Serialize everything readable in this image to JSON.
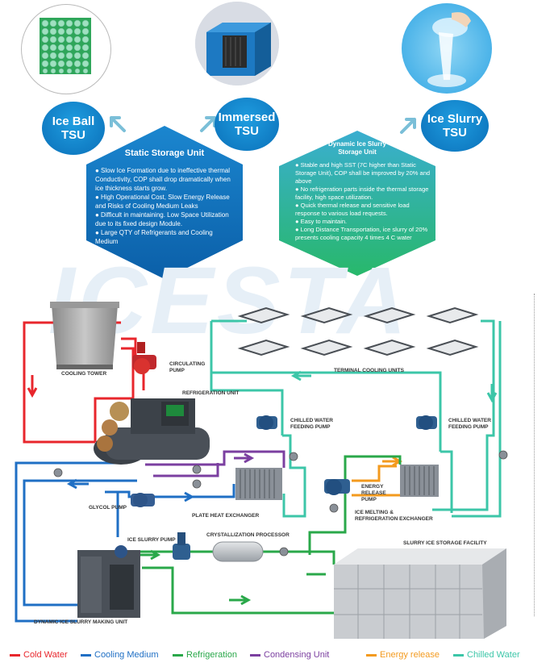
{
  "top": {
    "ice_ball": {
      "line1": "Ice Ball",
      "line2": "TSU"
    },
    "immersed": {
      "line1": "Immersed",
      "line2": "TSU"
    },
    "ice_slurry": {
      "line1": "Ice Slurry",
      "line2": "TSU"
    }
  },
  "static_unit": {
    "title": "Static Storage Unit",
    "points": [
      "● Slow Ice Formation due to ineffective thermal Conductivity, COP shall drop dramatically when ice thickness starts grow.",
      "● High Operational Cost, Slow Energy Release and Risks of Cooling Medium Leaks",
      "● Difficult in maintaining. Low Space Utilization due to its fixed design Module.",
      "● Large QTY of Refrigerants and Cooling Medium"
    ]
  },
  "dynamic_unit": {
    "title_line1": "Dynamic Ice Slurry",
    "title_line2": "Storage Unit",
    "points": [
      "● Stable and high SST (7C higher than Static Storage Unit), COP shall be improved by 20% and above",
      "● No refrigeration parts inside the thermal storage facility, high space utilization.",
      "● Quick thermal release and sensitive load response to various load requests.",
      "● Easy to maintain.",
      "● Long Distance Transportation, ice slurry of 20% presents cooling capacity 4 times 4 C water"
    ]
  },
  "watermark": "ICESTA",
  "labels": {
    "cooling_tower": "COOLING TOWER",
    "circulating_pump": "CIRCULATING PUMP",
    "refrigeration_unit": "REFRIGERATION UNIT",
    "terminal_cooling_units": "TERMINAL COOLING UNITS",
    "chilled_pump_left": "CHILLED WATER FEEDING PUMP",
    "chilled_pump_right": "CHILLED WATER FEEDING PUMP",
    "glycol_pump": "GLYCOL PUMP",
    "plate_heat_exchanger": "PLATE HEAT EXCHANGER",
    "energy_release_pump": "ENERGY RELEASE PUMP",
    "ice_melting_exchanger": "ICE MELTING & REFRIGERATION EXCHANGER",
    "ice_slurry_pump": "ICE SLURRY PUMP",
    "crystallization_processor": "CRYSTALLIZATION PROCESSOR",
    "slurry_storage_facility": "SLURRY ICE STORAGE FACILITY",
    "making_unit": "DYNAMIC ICE SLURRY MAKING UNIT"
  },
  "legend": [
    {
      "label": "Cold Water",
      "color": "#e8262c"
    },
    {
      "label": "Cooling Medium",
      "color": "#1f6fc4"
    },
    {
      "label": "Refrigeration",
      "color": "#2aa84a"
    },
    {
      "label": "Condensing Unit",
      "color": "#7b3fa0"
    },
    {
      "label": "Energy release",
      "color": "#f39a1e"
    },
    {
      "label": "Chilled Water",
      "color": "#3cc6a8"
    }
  ]
}
